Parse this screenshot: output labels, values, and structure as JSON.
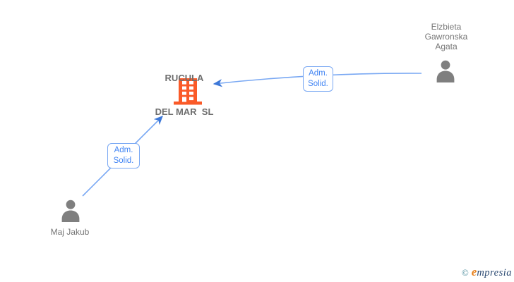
{
  "diagram": {
    "company": {
      "line1": "RUCULA",
      "line2": "DEL MAR  SL",
      "full_name": "RUCULA DEL MAR SL"
    },
    "persons": {
      "elzbieta": {
        "line1": "Elzbieta",
        "line2": "Gawronska",
        "line3": "Agata",
        "full_name": "Elzbieta Gawronska Agata"
      },
      "maj": {
        "name": "Maj Jakub"
      }
    },
    "edges": {
      "top": {
        "line1": "Adm.",
        "line2": "Solid.",
        "from": "Elzbieta Gawronska Agata",
        "to": "RUCULA DEL MAR SL"
      },
      "bottom": {
        "line1": "Adm.",
        "line2": "Solid.",
        "from": "Maj Jakub",
        "to": "RUCULA DEL MAR SL"
      }
    },
    "colors": {
      "edge_line": "#79a8f3",
      "arrowhead": "#3d78d8",
      "edge_label_text": "#4285f4",
      "edge_label_border": "#79a8f3",
      "company_icon": "#fa5a28",
      "person_icon": "#7f7f7f",
      "name_text": "#757575",
      "company_text": "#6e6e6e"
    }
  },
  "footer": {
    "copyright_symbol": "©",
    "brand_initial": "e",
    "brand_rest": "mpresia"
  }
}
